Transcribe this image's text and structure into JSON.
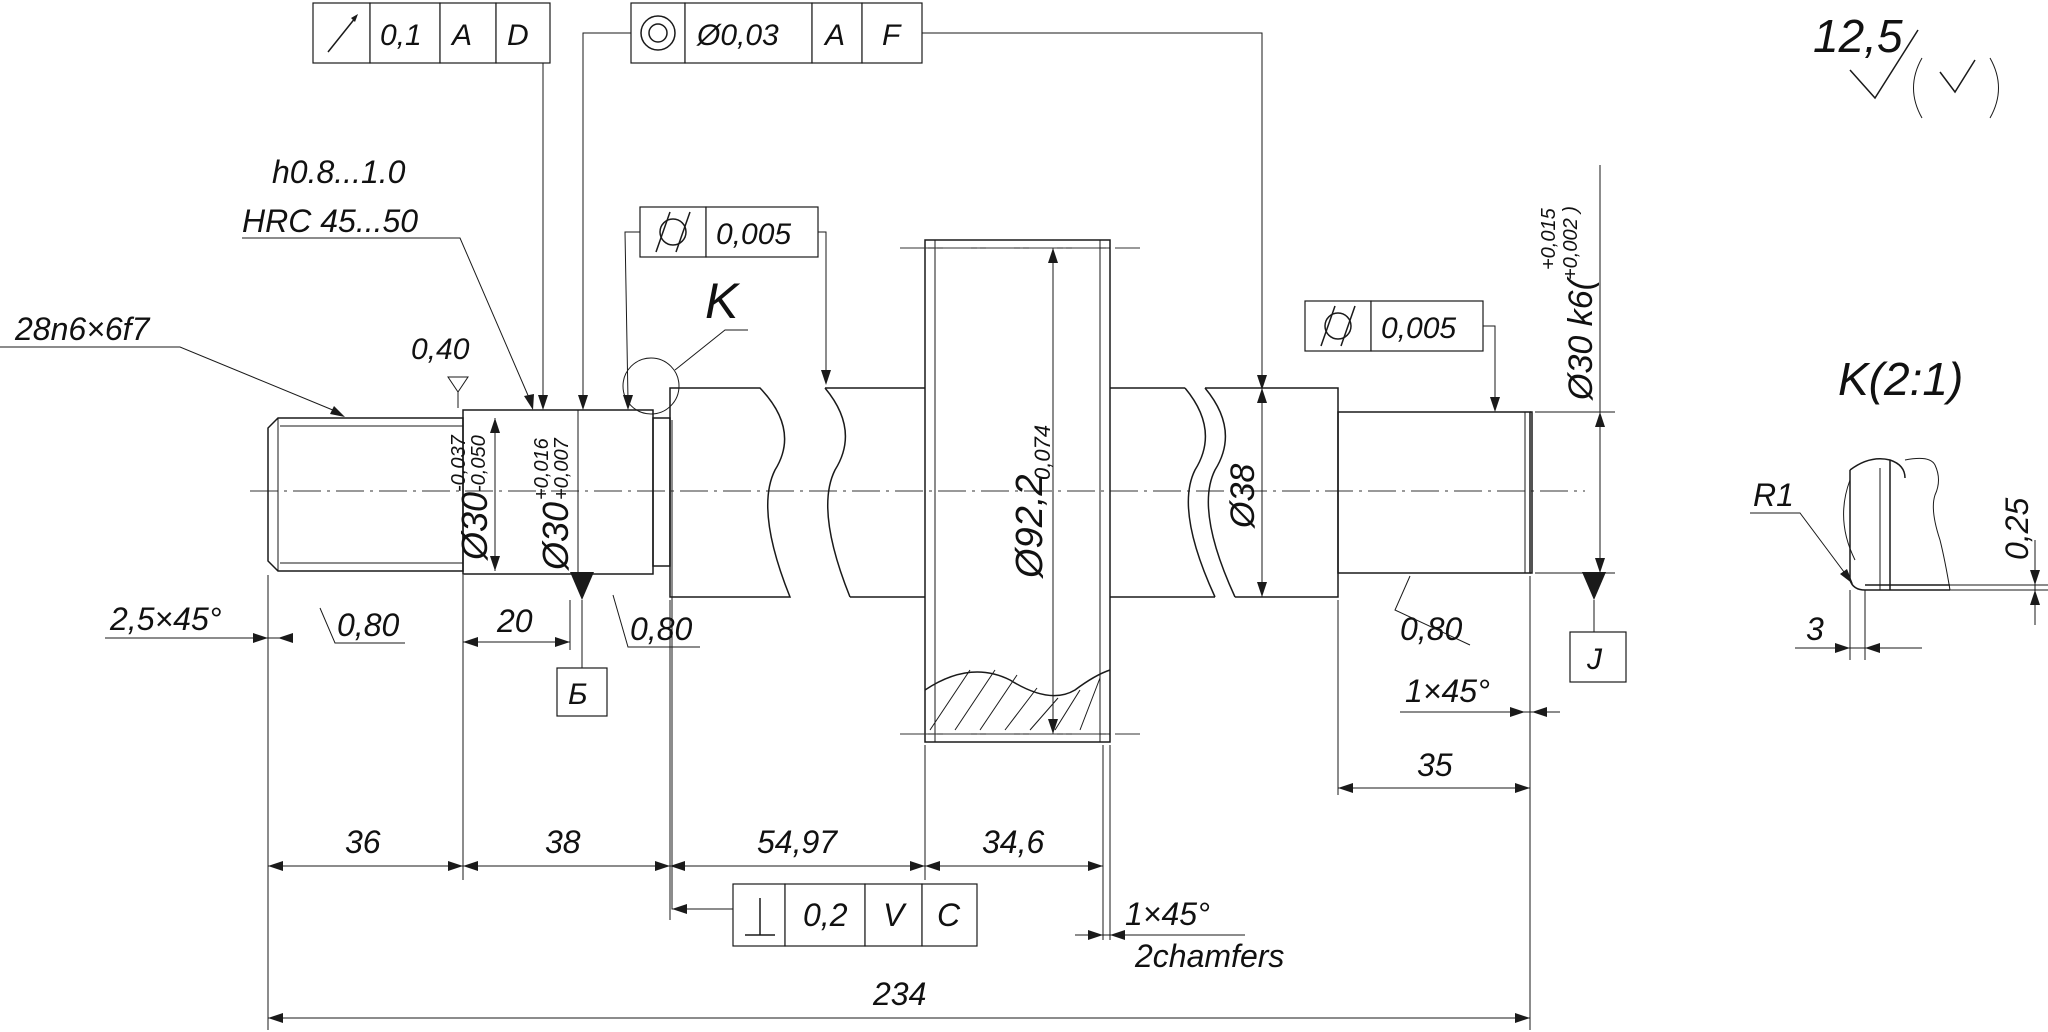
{
  "fcf": {
    "runout_top": {
      "symbol": "runout-arrow-icon",
      "value": "0,1",
      "datum1": "A",
      "datum2": "D"
    },
    "concentricity_top": {
      "symbol": "concentricity-icon",
      "value": "Ø0,03",
      "datum1": "A",
      "datum2": "F"
    },
    "cyl_left": {
      "symbol": "cylindricity-icon",
      "value": "0,005"
    },
    "cyl_right": {
      "symbol": "cylindricity-icon",
      "value": "0,005"
    },
    "perp_bottom": {
      "symbol": "perpendicularity-icon",
      "value": "0,2",
      "datum1": "V",
      "datum2": "C"
    }
  },
  "notes": {
    "hardening_depth": "h0.8...1.0",
    "hardness": "HRC 45...50",
    "spline": "28n6×6f7",
    "detail_callout": "K",
    "detail_title": "K(2:1)",
    "chamfers_right_line1": "1×45°",
    "chamfers_right_line2": "2chamfers"
  },
  "roughness": {
    "general": "12,5",
    "top_left": "0,40",
    "bottom_left": "0,80",
    "bottom_mid": "0,80",
    "bottom_right": "0,80"
  },
  "datums": {
    "b": "Б",
    "j": "J"
  },
  "diameters": {
    "d30_left_main": "Ø30",
    "d30_left_upper": "-0,037",
    "d30_left_lower": "-0,050",
    "d30_mid_main": "Ø30",
    "d30_mid_upper": "+0,016",
    "d30_mid_lower": "+0,007",
    "d92_main": "Ø92,2",
    "d92_sub": "0,074",
    "d38": "Ø38",
    "d30_right_main": "Ø30 k6(",
    "d30_right_upper": "+0,015",
    "d30_right_lower": "+0,002 )"
  },
  "dims": {
    "chamfer_left": "2,5×45°",
    "chamfer_right": "1×45°",
    "d20": "20",
    "d35": "35",
    "d36": "36",
    "d38": "38",
    "d54": "54,97",
    "d34": "34,6",
    "d234": "234",
    "r1": "R1",
    "d3": "3",
    "d025": "0,25"
  }
}
